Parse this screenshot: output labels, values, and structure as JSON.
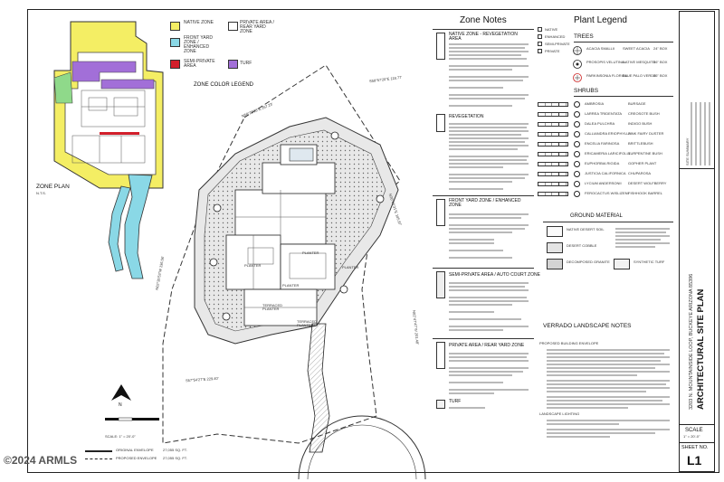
{
  "zone_legend": {
    "title": "ZONE COLOR LEGEND",
    "items": [
      {
        "label": "NATIVE ZONE",
        "color": "#f4ee64"
      },
      {
        "label": "PRIVATE AREA / REAR YARD ZONE",
        "color": "#ffffff"
      },
      {
        "label": "FRONT YARD ZONE / ENHANCED ZONE",
        "color": "#8ad8e6"
      },
      {
        "label": "SEMI-PRIVATE AREA",
        "color": "#d21f2b"
      },
      {
        "label": "TURF",
        "color": "#a26fd8"
      }
    ]
  },
  "zone_plan": {
    "title": "ZONE PLAN",
    "scale": "N.T.S."
  },
  "site_plan": {
    "bearings": [
      "S58°57'20\"E 118.77'",
      "N58°28'23\"E 267.23'",
      "N20°45'31\"E 145.87'",
      "N02°35'53\"W 136.56'",
      "N02°47'47\"W 201.48'",
      "S57°54'27\"E 229.40'"
    ],
    "planters": [
      "PLANTER",
      "PLANTER",
      "PLANTER",
      "PLANTER",
      "TERRACED PLANTER",
      "TERRACED PLANTER"
    ],
    "north_label": "N",
    "scale_label": "SCALE: 1\" = 20'-0\"",
    "envelope_legend": [
      {
        "label": "ORIGINAL ENVELOPE",
        "area": "27,055 SQ. FT."
      },
      {
        "label": "PROPOSED ENVELOPE",
        "area": "27,055 SQ. FT."
      }
    ]
  },
  "zone_notes": {
    "title": "Zone Notes",
    "sections": [
      {
        "heading": "NATIVE ZONE - REVEGETATION AREA"
      },
      {
        "heading": "REVEGETATION"
      },
      {
        "heading": "FRONT YARD ZONE / ENHANCED ZONE"
      },
      {
        "heading": "SEMI-PRIVATE AREA / AUTO COURT ZONE"
      },
      {
        "heading": "PRIVATE AREA / REAR YARD ZONE"
      },
      {
        "heading": "TURF"
      }
    ]
  },
  "plant_legend": {
    "title": "Plant Legend",
    "key": [
      "NATIVE",
      "ENHANCED",
      "SEMI-PRIVATE",
      "PRIVATE"
    ],
    "trees_heading": "TREES",
    "trees": [
      {
        "name": "ACACIA SMALLII",
        "common": "SWEET ACACIA",
        "size": "24\" BOX"
      },
      {
        "name": "PROSOPIS VELUTINA",
        "common": "NATIVE MESQUITE",
        "size": "36\" BOX"
      },
      {
        "name": "PARKINSONIA FLORIDA",
        "common": "BLUE PALO VERDE",
        "size": "36\" BOX"
      }
    ],
    "shrubs_heading": "SHRUBS",
    "shrubs": [
      {
        "name": "AMBROSIA",
        "common": "BURSAGE"
      },
      {
        "name": "LARREA TRIDENTATA",
        "common": "CREOSOTE BUSH"
      },
      {
        "name": "DALEA PULCHRA",
        "common": "INDIGO BUSH"
      },
      {
        "name": "CALLIANDRA ERIOPHYLLA",
        "common": "PINK FAIRY DUSTER"
      },
      {
        "name": "ENCELIA FARINOSA",
        "common": "BRITTLEBUSH"
      },
      {
        "name": "ERICAMERIA LARICIFOLIA",
        "common": "TURPENTINE BUSH"
      },
      {
        "name": "EUPHORBIA RIGIDA",
        "common": "GOPHER PLANT"
      },
      {
        "name": "JUSTICIA CALIFORNICA",
        "common": "CHUPAROSA"
      },
      {
        "name": "LYCIUM ANDERSONII",
        "common": "DESERT WOLFBERRY"
      },
      {
        "name": "FEROCACTUS WISLIZENI",
        "common": "FISHHOOK BARREL"
      }
    ]
  },
  "ground_material": {
    "title": "GROUND MATERIAL",
    "items": [
      "NATIVE DESERT SOIL",
      "DESERT COBBLE",
      "DECOMPOSED GRANITE",
      "SYNTHETIC TURF"
    ]
  },
  "verrado_notes": {
    "title": "VERRADO LANDSCAPE NOTES",
    "subheading": "PROPOSED BUILDING ENVELOPE",
    "lighting_heading": "LANDSCAPE LIGHTING"
  },
  "title_block": {
    "address": "3203 N. MOUNTAINSIDE LOOP, BUCKEYE ARIZONA 85396",
    "sheet_title": "ARCHITECTURAL SITE PLAN",
    "scale_label": "SCALE",
    "scale_value": "1\" = 20'-0\"",
    "sheet_no_label": "SHEET NO.",
    "sheet_no": "L1",
    "summary_title": "SITE SUMMARY"
  },
  "watermark": "©2024 ARMLS"
}
